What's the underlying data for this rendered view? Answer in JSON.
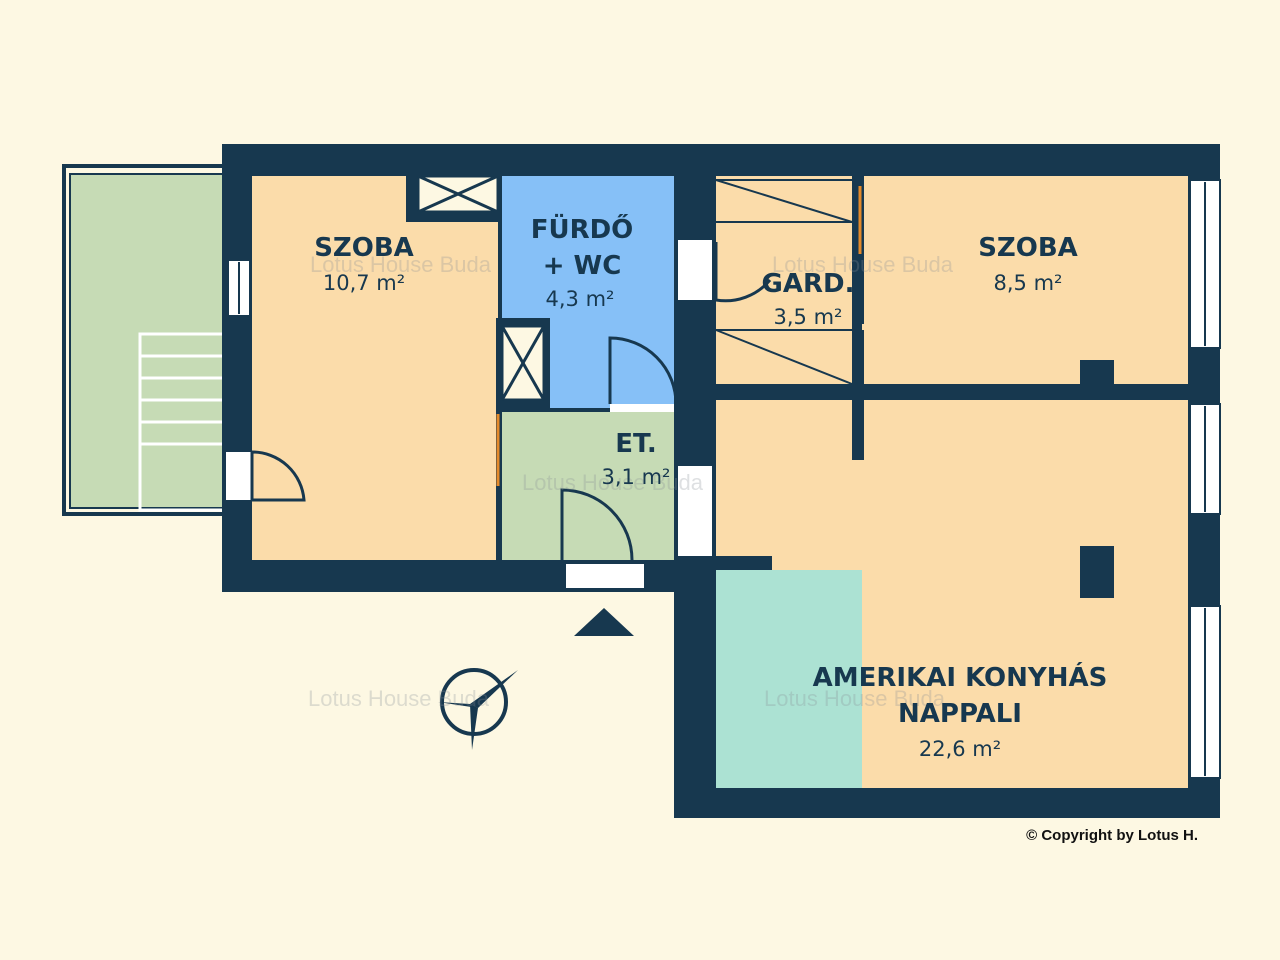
{
  "colors": {
    "background": "#fdf8e3",
    "wall": "#17384f",
    "room": "#fbdcaa",
    "bathroom": "#86c0f7",
    "hall": "#c6dbb5",
    "balcony": "#c6dbb5",
    "kitchen": "#ace2d3",
    "door_swing": "#17384f",
    "door_jamb": "#e48a2a"
  },
  "rooms": {
    "szoba1": {
      "name": "SZOBA",
      "area": "10,7 m²"
    },
    "furdo": {
      "name_line1": "FÜRDŐ",
      "name_line2": "+ WC",
      "area": "4,3 m²"
    },
    "et": {
      "name": "ET.",
      "area": "3,1 m²"
    },
    "gard": {
      "name": "GARD.",
      "area": "3,5 m²"
    },
    "szoba2": {
      "name": "SZOBA",
      "area": "8,5 m²"
    },
    "nappali": {
      "name_line1": "AMERIKAI KONYHÁS",
      "name_line2": "NAPPALI",
      "area": "22,6 m²"
    }
  },
  "watermark": "Lotus House Buda",
  "watermark_small": "Lotus House",
  "copyright": "© Copyright by Lotus H.",
  "icons": {
    "compass": "compass-icon",
    "entrance": "entrance-arrow-icon"
  }
}
